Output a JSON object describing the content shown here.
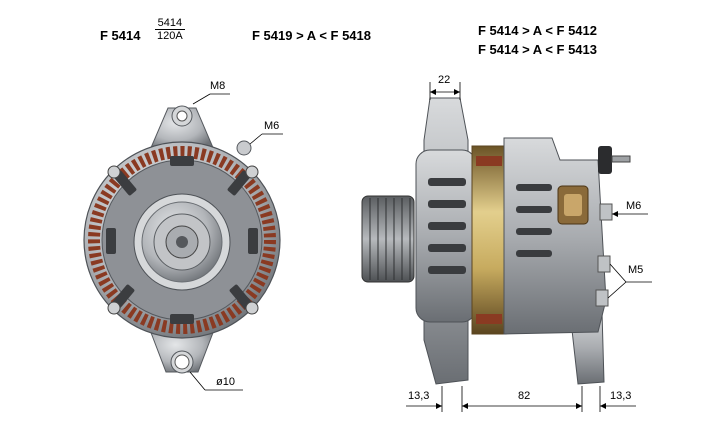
{
  "header": {
    "part_code": "F 5414",
    "fraction_top": "5414",
    "fraction_bottom": "120A",
    "interchange_1": "F 5419 > A < F 5418",
    "interchange_2": "F 5414 > A < F 5412",
    "interchange_3": "F 5414 > A < F 5413"
  },
  "front_view": {
    "label_top_mount": "M8",
    "label_right_mount": "M6",
    "label_bottom_hole": "ø10"
  },
  "side_view": {
    "dim_top": "22",
    "label_connector": "M6",
    "label_rear_mount": "M5",
    "dim_left": "13,3",
    "dim_middle": "82",
    "dim_right": "13,3"
  },
  "colors": {
    "housing": "#b9bcbf",
    "housing_dark": "#6e7277",
    "copper": "#8a3a22",
    "pulley": "#9a9da1"
  }
}
